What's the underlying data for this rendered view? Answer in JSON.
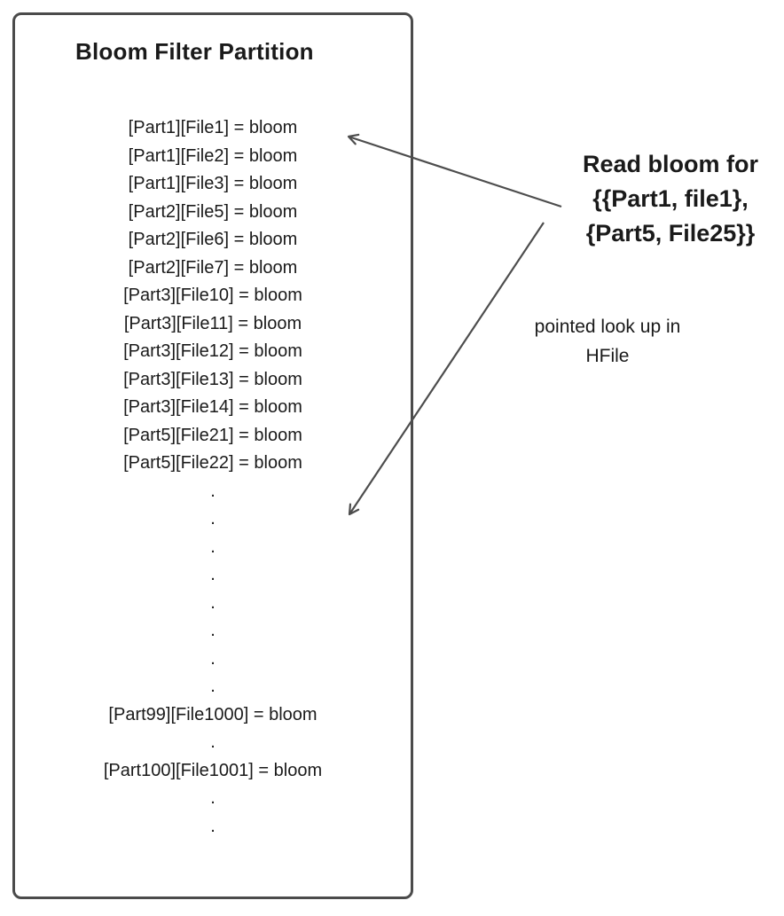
{
  "diagram": {
    "box": {
      "title": "Bloom Filter Partition",
      "entries": [
        "[Part1][File1] = bloom",
        "[Part1][File2] = bloom",
        "[Part1][File3] = bloom",
        "[Part2][File5] = bloom",
        "[Part2][File6] = bloom",
        "[Part2][File7] = bloom",
        "[Part3][File10] = bloom",
        "[Part3][File11] = bloom",
        "[Part3][File12] = bloom",
        "[Part3][File13] = bloom",
        "[Part3][File14] = bloom",
        "[Part5][File21] = bloom",
        "[Part5][File22] = bloom",
        ".",
        ".",
        ".",
        ".",
        ".",
        ".",
        ".",
        ".",
        "[Part99][File1000] = bloom",
        ".",
        "[Part100][File1001] = bloom",
        ".",
        "."
      ]
    },
    "annotations": {
      "read_bloom": {
        "line1": "Read bloom for",
        "line2": "{{Part1, file1},",
        "line3": "{Part5, File25}}"
      },
      "pointed_lookup": {
        "line1": "pointed look up in",
        "line2": "HFile"
      }
    },
    "colors": {
      "border": "#4b4b4b",
      "arrow": "#4d4d4d",
      "text": "#1a1a1a"
    }
  }
}
